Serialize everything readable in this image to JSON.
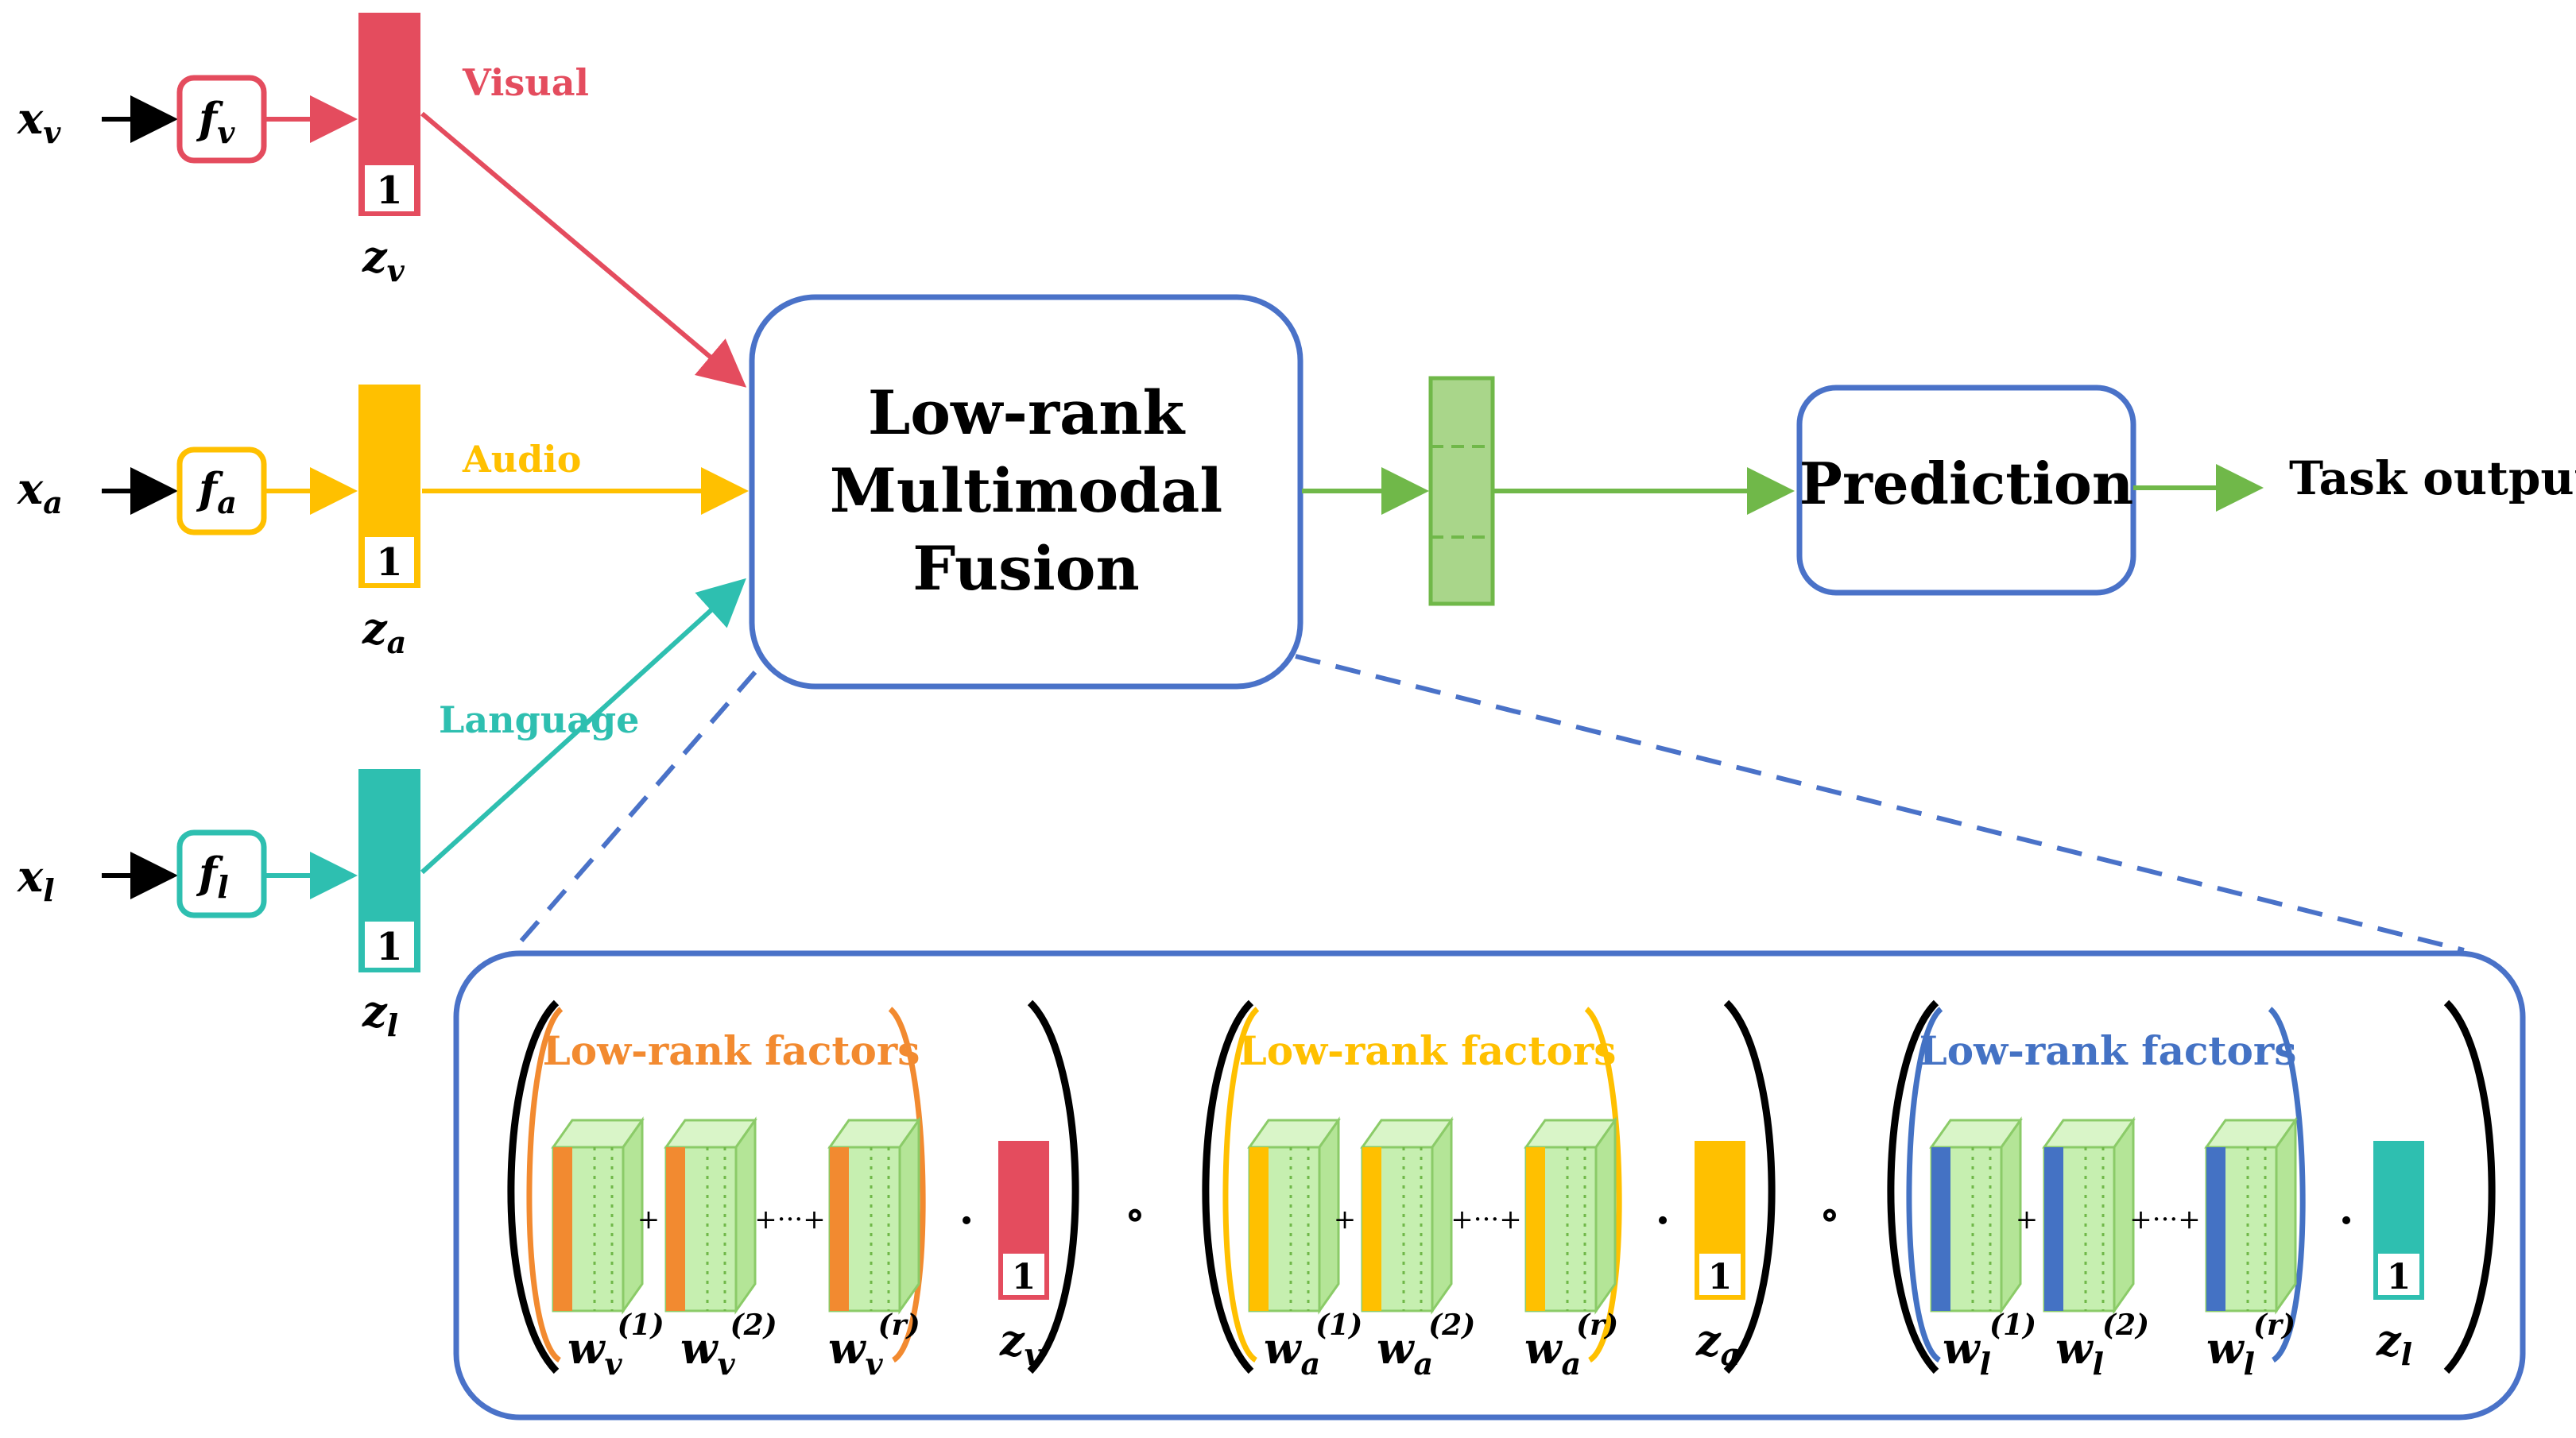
{
  "colors": {
    "visual": "#e44c5e",
    "audio": "#ffc000",
    "language": "#2ebfb0",
    "fusion_border": "#4a72c8",
    "output": "#70b849",
    "factor_orange": "#f28a30",
    "factor_blue": "#4472c4",
    "tensor_face": "#c6efb0",
    "tensor_stroke": "#8bcb68"
  },
  "inputs": [
    {
      "key": "visual",
      "x_base": "x",
      "x_sub": "v",
      "f_base": "f",
      "f_sub": "v",
      "z_base": "z",
      "z_sub": "v",
      "one": "1",
      "label": "Visual"
    },
    {
      "key": "audio",
      "x_base": "x",
      "x_sub": "a",
      "f_base": "f",
      "f_sub": "a",
      "z_base": "z",
      "z_sub": "a",
      "one": "1",
      "label": "Audio"
    },
    {
      "key": "language",
      "x_base": "x",
      "x_sub": "l",
      "f_base": "f",
      "f_sub": "l",
      "z_base": "z",
      "z_sub": "l",
      "one": "1",
      "label": "Language"
    }
  ],
  "fusion": {
    "line1": "Low-rank",
    "line2": "Multimodal",
    "line3": "Fusion"
  },
  "prediction": {
    "label": "Prediction"
  },
  "task_output": {
    "label": "Task output"
  },
  "groups": [
    {
      "title": "Low-rank factors",
      "w_base": "w",
      "sub": "v",
      "sup1": "(1)",
      "sup2": "(2)",
      "supr": "(r)",
      "plus1": "+",
      "plus2": "+···+",
      "dot": ".",
      "z_base": "z",
      "one": "1",
      "compose": "∘"
    },
    {
      "title": "Low-rank factors",
      "w_base": "w",
      "sub": "a",
      "sup1": "(1)",
      "sup2": "(2)",
      "supr": "(r)",
      "plus1": "+",
      "plus2": "+···+",
      "dot": ".",
      "z_base": "z",
      "one": "1",
      "compose": "∘"
    },
    {
      "title": "Low-rank factors",
      "w_base": "w",
      "sub": "l",
      "sup1": "(1)",
      "sup2": "(2)",
      "supr": "(r)",
      "plus1": "+",
      "plus2": "+···+",
      "dot": ".",
      "z_base": "z",
      "one": "1",
      "compose": ""
    }
  ]
}
